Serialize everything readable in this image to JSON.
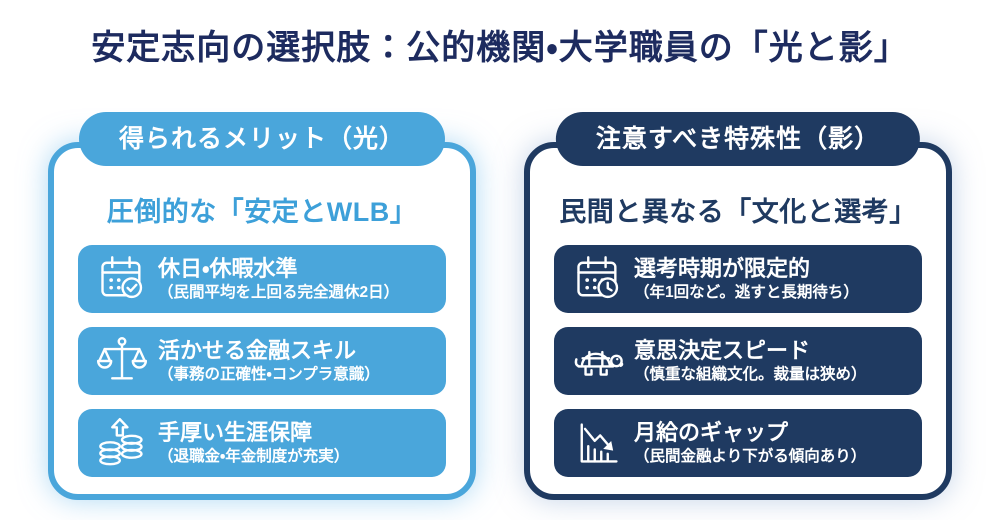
{
  "title": "安定志向の選択肢：公的機関・大学職員の「光と影」",
  "colors": {
    "title_navy": "#1d2b5f",
    "accent_blue": "#4aa6db",
    "heading_blue": "#3da0d9",
    "navy": "#1f3a61",
    "text_on_fill": "#ffffff",
    "background": "#ffffff"
  },
  "left_panel": {
    "badge": "得られるメリット（光）",
    "heading": "圧倒的な「安定とWLB」",
    "items": [
      {
        "icon": "calendar-check-icon",
        "title": "休日・休暇水準",
        "subtitle": "（民間平均を上回る完全週休2日）"
      },
      {
        "icon": "balance-scale-icon",
        "title": "活かせる金融スキル",
        "subtitle": "（事務の正確性・コンプラ意識）"
      },
      {
        "icon": "coins-growth-icon",
        "title": "手厚い生涯保障",
        "subtitle": "（退職金・年金制度が充実）"
      }
    ]
  },
  "right_panel": {
    "badge": "注意すべき特殊性（影）",
    "heading": "民間と異なる「文化と選考」",
    "items": [
      {
        "icon": "calendar-clock-icon",
        "title": "選考時期が限定的",
        "subtitle": "（年1回など。逃すと長期待ち）"
      },
      {
        "icon": "turtle-icon",
        "title": "意思決定スピード",
        "subtitle": "（慎重な組織文化。裁量は狭め）"
      },
      {
        "icon": "declining-chart-icon",
        "title": "月給のギャップ",
        "subtitle": "（民間金融より下がる傾向あり）"
      }
    ]
  }
}
